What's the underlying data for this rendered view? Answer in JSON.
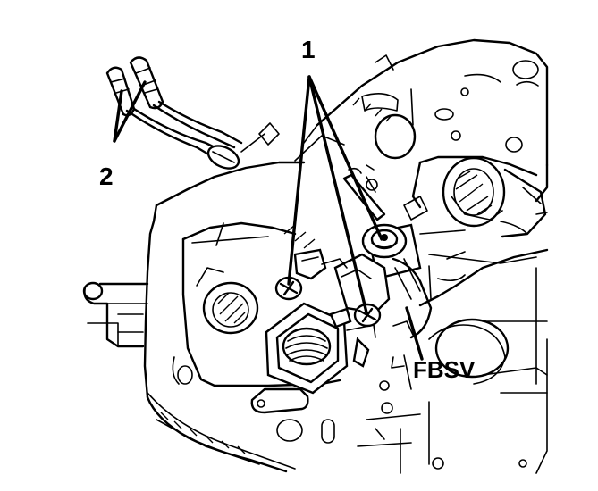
{
  "figure": {
    "callouts": {
      "one": "1",
      "two": "2",
      "fbsv": "FBSV"
    },
    "parts": {
      "carburetor_body": "carburetor-body",
      "screws": "screw",
      "wire_connectors": "wire-connector",
      "solenoid_valve": "fbsv-solenoid-valve"
    },
    "ink_color": "#000000",
    "paper_color": "#ffffff"
  }
}
